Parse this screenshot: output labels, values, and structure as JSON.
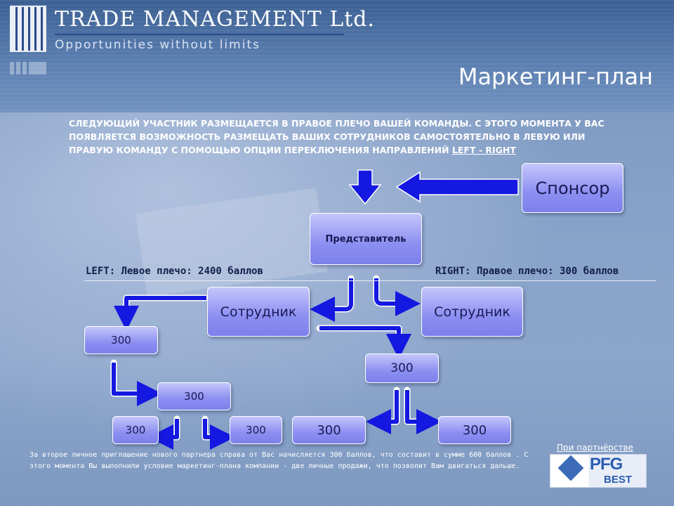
{
  "header": {
    "company_name": "TRADE MANAGEMENT Ltd.",
    "tagline": "Opportunities without limits",
    "title": "Маркетинг-план"
  },
  "intro": {
    "text": "СЛЕДУЮЩИЙ УЧАСТНИК РАЗМЕЩАЕТСЯ В ПРАВОЕ ПЛЕЧО ВАШЕЙ КОМАНДЫ. С ЭТОГО МОМЕНТА У ВАС ПОЯВЛЯЕТСЯ ВОЗМОЖНОСТЬ РАЗМЕЩАТЬ ВАШИХ СОТРУДНИКОВ САМОСТОЯТЕЛЬНО В ЛЕВУЮ ИЛИ ПРАВУЮ КОМАНДУ С ПОМОЩЬЮ ОПЦИИ ПЕРЕКЛЮЧЕНИЯ НАПРАВЛЕНИЙ",
    "link": "LEFT - RIGHT"
  },
  "diagram": {
    "sponsor": "Спонсор",
    "representative": "Представитель",
    "left_label": "LEFT: Левое плечо: 2400 баллов",
    "right_label": "RIGHT: Правое плечо: 300 баллов",
    "employee_left": "Сотрудник",
    "employee_right": "Сотрудник",
    "nodes": [
      "300",
      "300",
      "300",
      "300",
      "300",
      "300",
      "300"
    ]
  },
  "footer": {
    "text": "За второе личное приглашение нового партнера справа от Вас начисляется 300 баллов, что составит в сумме 600 баллов . С этого момента Вы выполнили условие маркетинг-плана компании - две личные продажи, что позволит Вам двигаться дальше.",
    "partner_label": "При партнёрстве",
    "partner_logo_top": "PFG",
    "partner_logo_bottom": "BEST"
  },
  "colors": {
    "box_fill": "#8c8ff1",
    "arrow": "#1418e0",
    "background": "#7f9cc6"
  }
}
